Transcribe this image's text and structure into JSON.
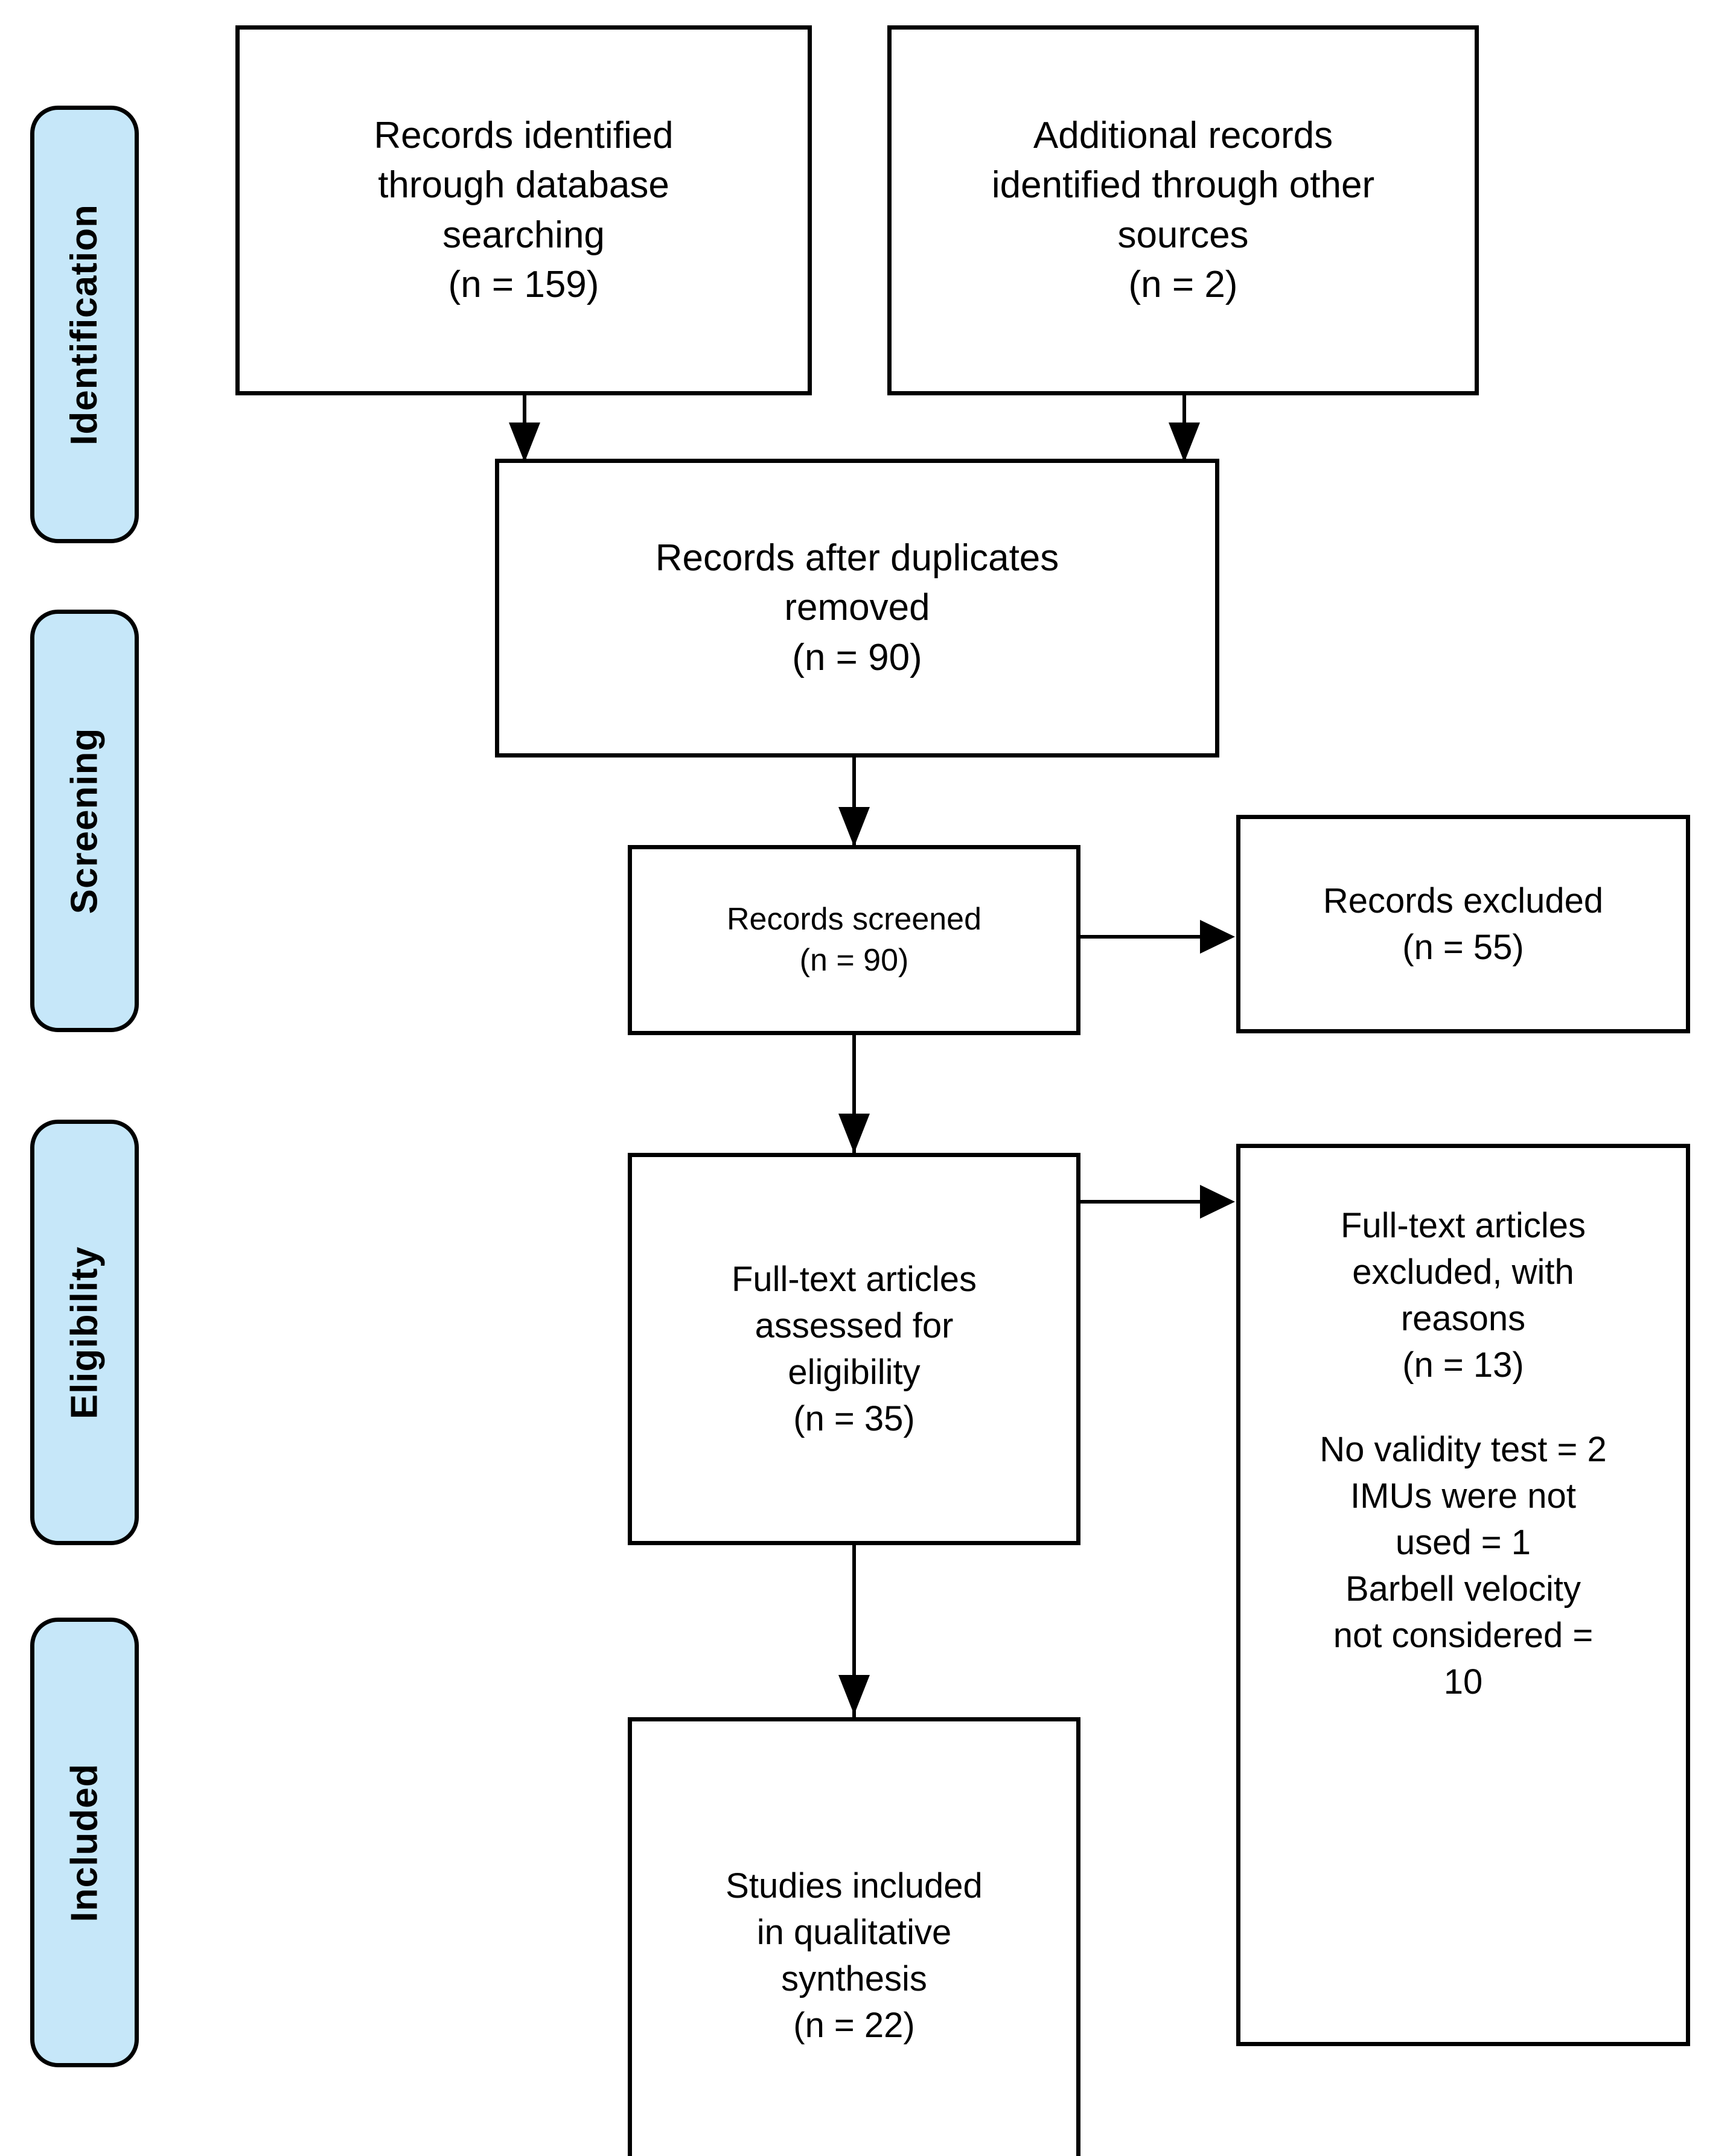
{
  "diagram": {
    "type": "prisma-flow-diagram",
    "title": "PRISMA flow diagram",
    "accent_color": "#c6e7f9",
    "line_color": "#000000",
    "background_color": "#ffffff"
  },
  "stages": [
    {
      "id": "identification",
      "label": "Identification"
    },
    {
      "id": "screening",
      "label": "Screening"
    },
    {
      "id": "eligibility",
      "label": "Eligibility"
    },
    {
      "id": "included",
      "label": "Included"
    }
  ],
  "boxes": {
    "records_identified": {
      "lines": [
        "Records identified",
        "through database",
        "searching",
        "(n = 159)"
      ],
      "count": 159
    },
    "additional_records": {
      "lines": [
        "Additional records",
        "identified through other",
        "sources",
        "(n = 2)"
      ],
      "count": 2
    },
    "records_after_duplicates": {
      "lines": [
        "Records after duplicates",
        "removed",
        "(n = 90)"
      ],
      "count": 90
    },
    "records_screened": {
      "lines": [
        "Records screened",
        "(n = 90)"
      ],
      "count": 90
    },
    "records_excluded": {
      "lines": [
        "Records excluded",
        "(n = 55)"
      ],
      "count": 55
    },
    "fulltext_assessed": {
      "lines": [
        "Full-text articles",
        "assessed for",
        "eligibility",
        "(n = 35)"
      ],
      "count": 35
    },
    "fulltext_excluded": {
      "lines": [
        "Full-text articles",
        "excluded, with",
        "reasons",
        "(n = 13)"
      ],
      "count": 13,
      "reasons": [
        "No validity test = 2",
        "IMUs were not",
        "used = 1",
        "Barbell velocity",
        "not considered =",
        "10"
      ]
    },
    "studies_included": {
      "lines": [
        "Studies included",
        "in qualitative",
        "synthesis",
        "(n = 22)"
      ],
      "count": 22
    }
  },
  "chart_data": {
    "type": "diagram",
    "title": "PRISMA flow diagram",
    "nodes": [
      {
        "id": "records_identified",
        "stage": "Identification",
        "label": "Records identified through database searching",
        "n": 159
      },
      {
        "id": "additional_records",
        "stage": "Identification",
        "label": "Additional records identified through other sources",
        "n": 2
      },
      {
        "id": "records_after_duplicates",
        "stage": "Identification",
        "label": "Records after duplicates removed",
        "n": 90
      },
      {
        "id": "records_screened",
        "stage": "Screening",
        "label": "Records screened",
        "n": 90
      },
      {
        "id": "records_excluded",
        "stage": "Screening",
        "label": "Records excluded",
        "n": 55
      },
      {
        "id": "fulltext_assessed",
        "stage": "Eligibility",
        "label": "Full-text articles assessed for eligibility",
        "n": 35
      },
      {
        "id": "fulltext_excluded",
        "stage": "Eligibility",
        "label": "Full-text articles excluded, with reasons",
        "n": 13
      },
      {
        "id": "studies_included",
        "stage": "Included",
        "label": "Studies included in qualitative synthesis",
        "n": 22
      }
    ],
    "edges": [
      {
        "from": "records_identified",
        "to": "records_after_duplicates"
      },
      {
        "from": "additional_records",
        "to": "records_after_duplicates"
      },
      {
        "from": "records_after_duplicates",
        "to": "records_screened"
      },
      {
        "from": "records_screened",
        "to": "records_excluded"
      },
      {
        "from": "records_screened",
        "to": "fulltext_assessed"
      },
      {
        "from": "fulltext_assessed",
        "to": "fulltext_excluded"
      },
      {
        "from": "fulltext_assessed",
        "to": "studies_included"
      }
    ],
    "exclusion_reasons": [
      {
        "reason": "No validity test",
        "n": 2
      },
      {
        "reason": "IMUs were not used",
        "n": 1
      },
      {
        "reason": "Barbell velocity not considered",
        "n": 10
      }
    ]
  }
}
